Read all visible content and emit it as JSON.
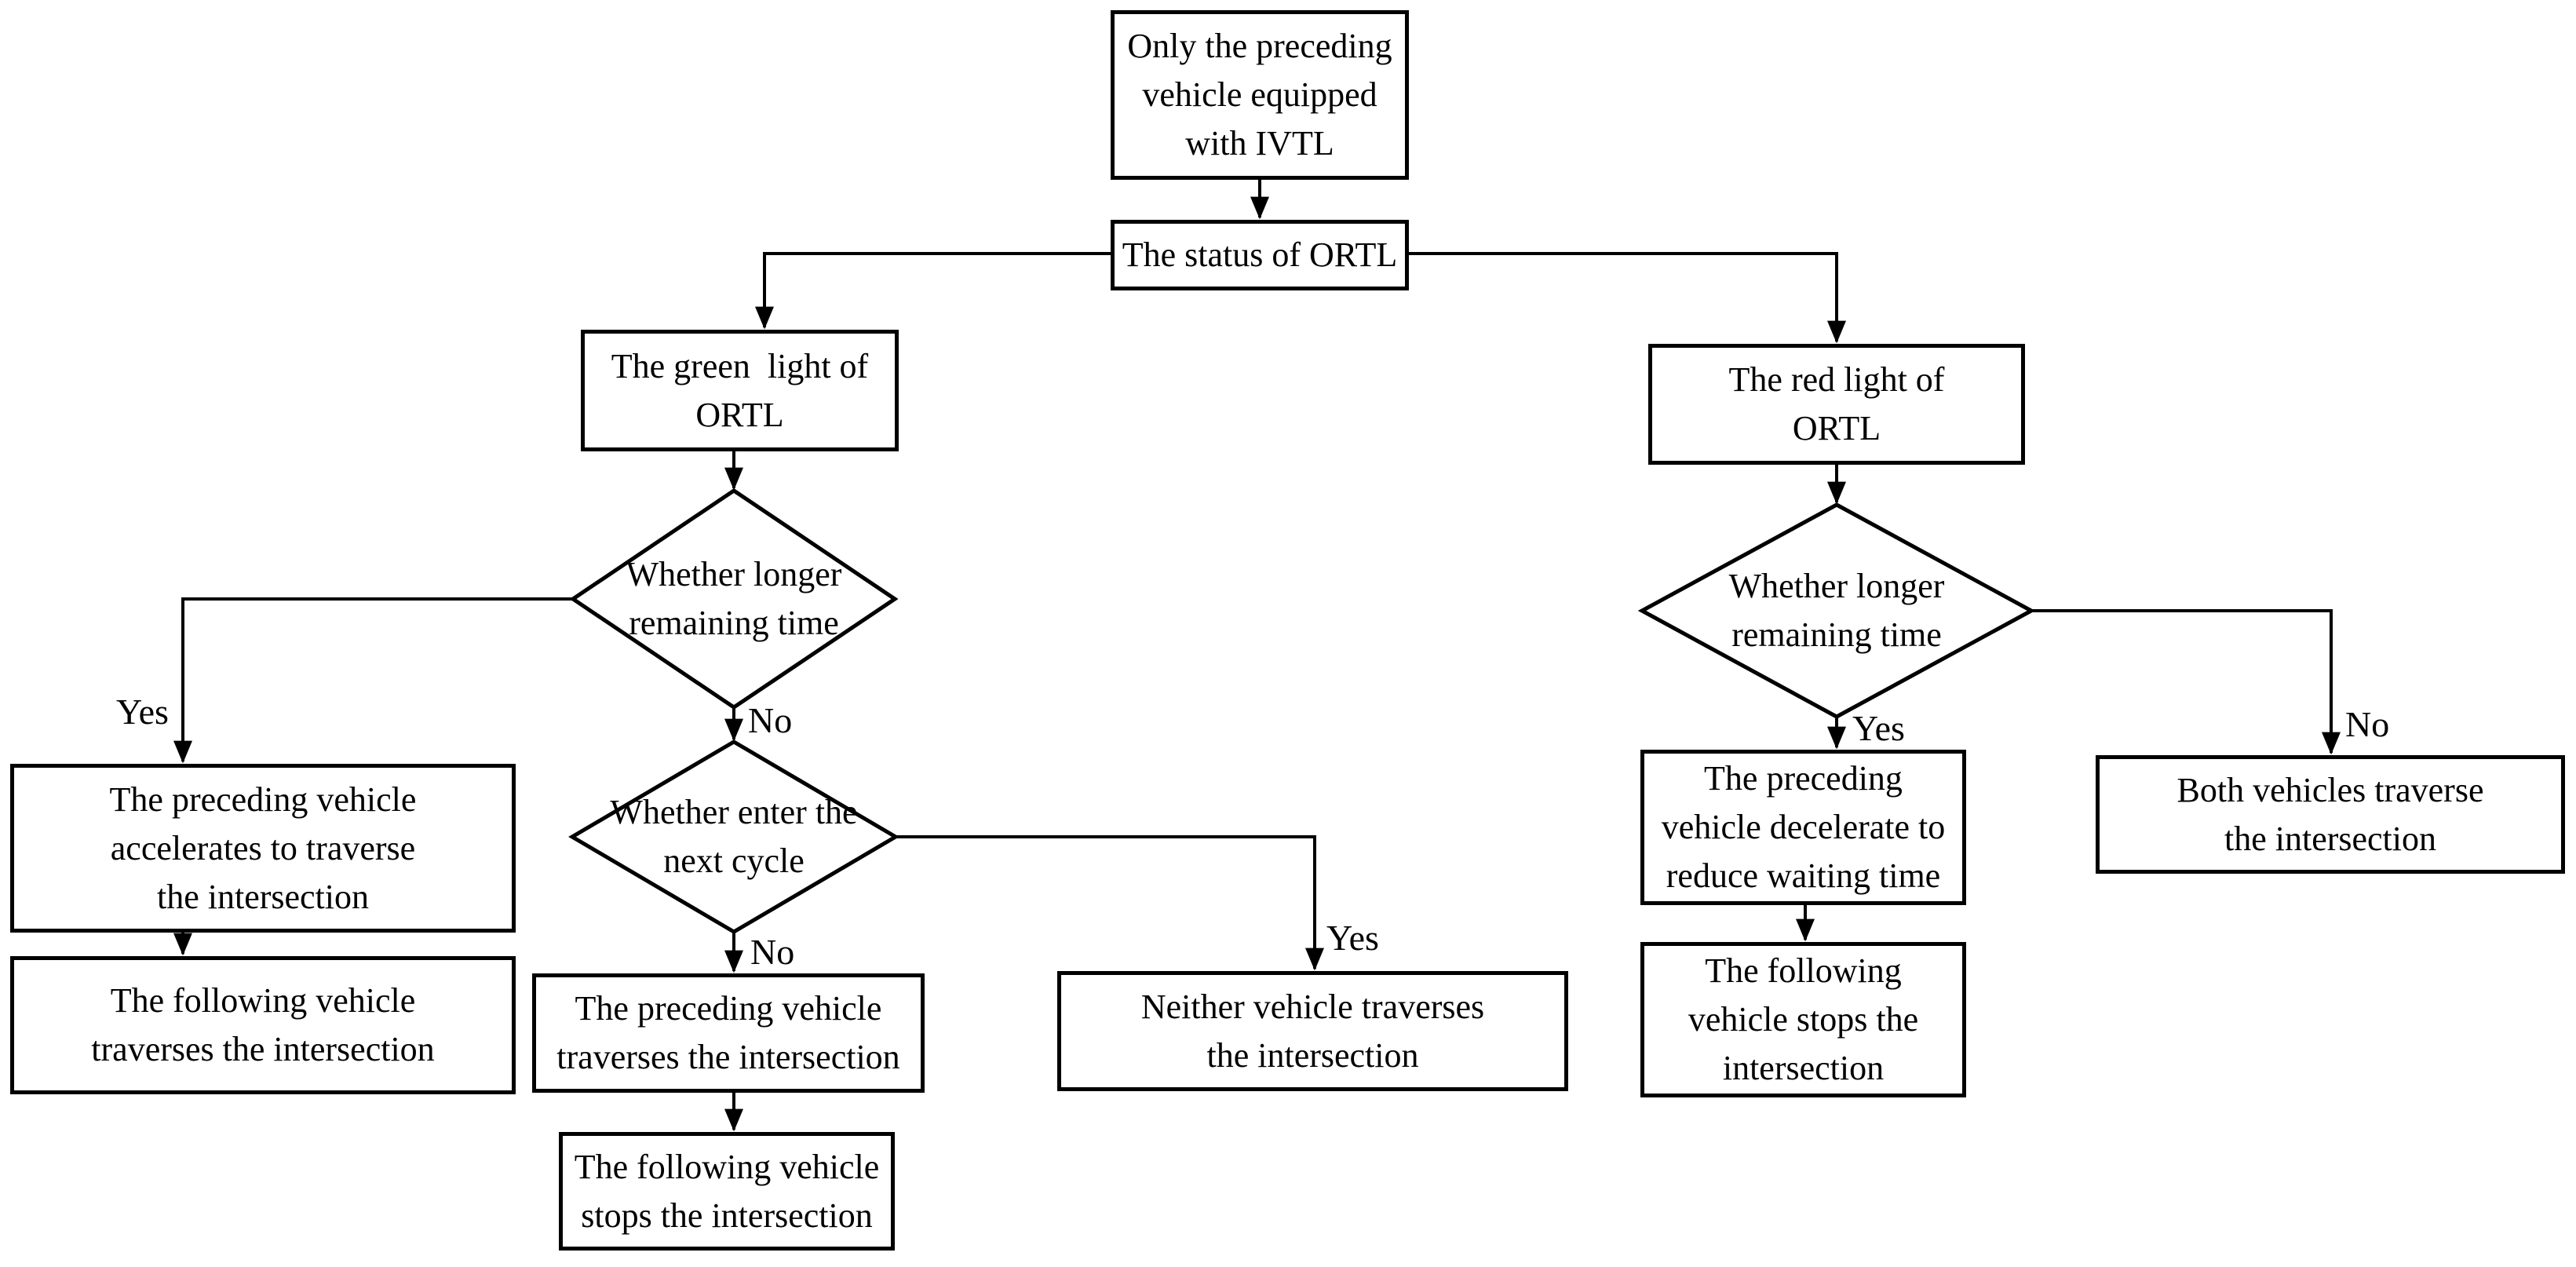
{
  "nodes": {
    "start": "Only the preceding\nvehicle equipped\nwith IVTL",
    "status": "The status of ORTL",
    "green": "The green  light of\nORTL",
    "d1": "Whether longer\nremaining time",
    "accelerate": "The preceding vehicle\naccelerates to traverse\nthe intersection",
    "follow_traverse": "The following vehicle\ntraverses the intersection",
    "d2": "Whether enter the\nnext cycle",
    "precede_traverse": "The preceding vehicle\ntraverses the intersection",
    "follow_stop_mid": "The following vehicle\nstops the intersection",
    "neither": "Neither vehicle traverses\nthe intersection",
    "red": "The red light of\nORTL",
    "d3": "Whether longer\nremaining time",
    "decelerate": "The preceding\nvehicle decelerate to\nreduce waiting time",
    "follow_stop_right": "The following\nvehicle stops the\nintersection",
    "both": "Both vehicles traverse\nthe intersection"
  },
  "labels": {
    "yes_left": "Yes",
    "no_d1": "No",
    "no_d2": "No",
    "yes_d2": "Yes",
    "yes_d3": "Yes",
    "no_d3": "No"
  },
  "colors": {
    "stroke": "#000000",
    "background": "#ffffff"
  }
}
